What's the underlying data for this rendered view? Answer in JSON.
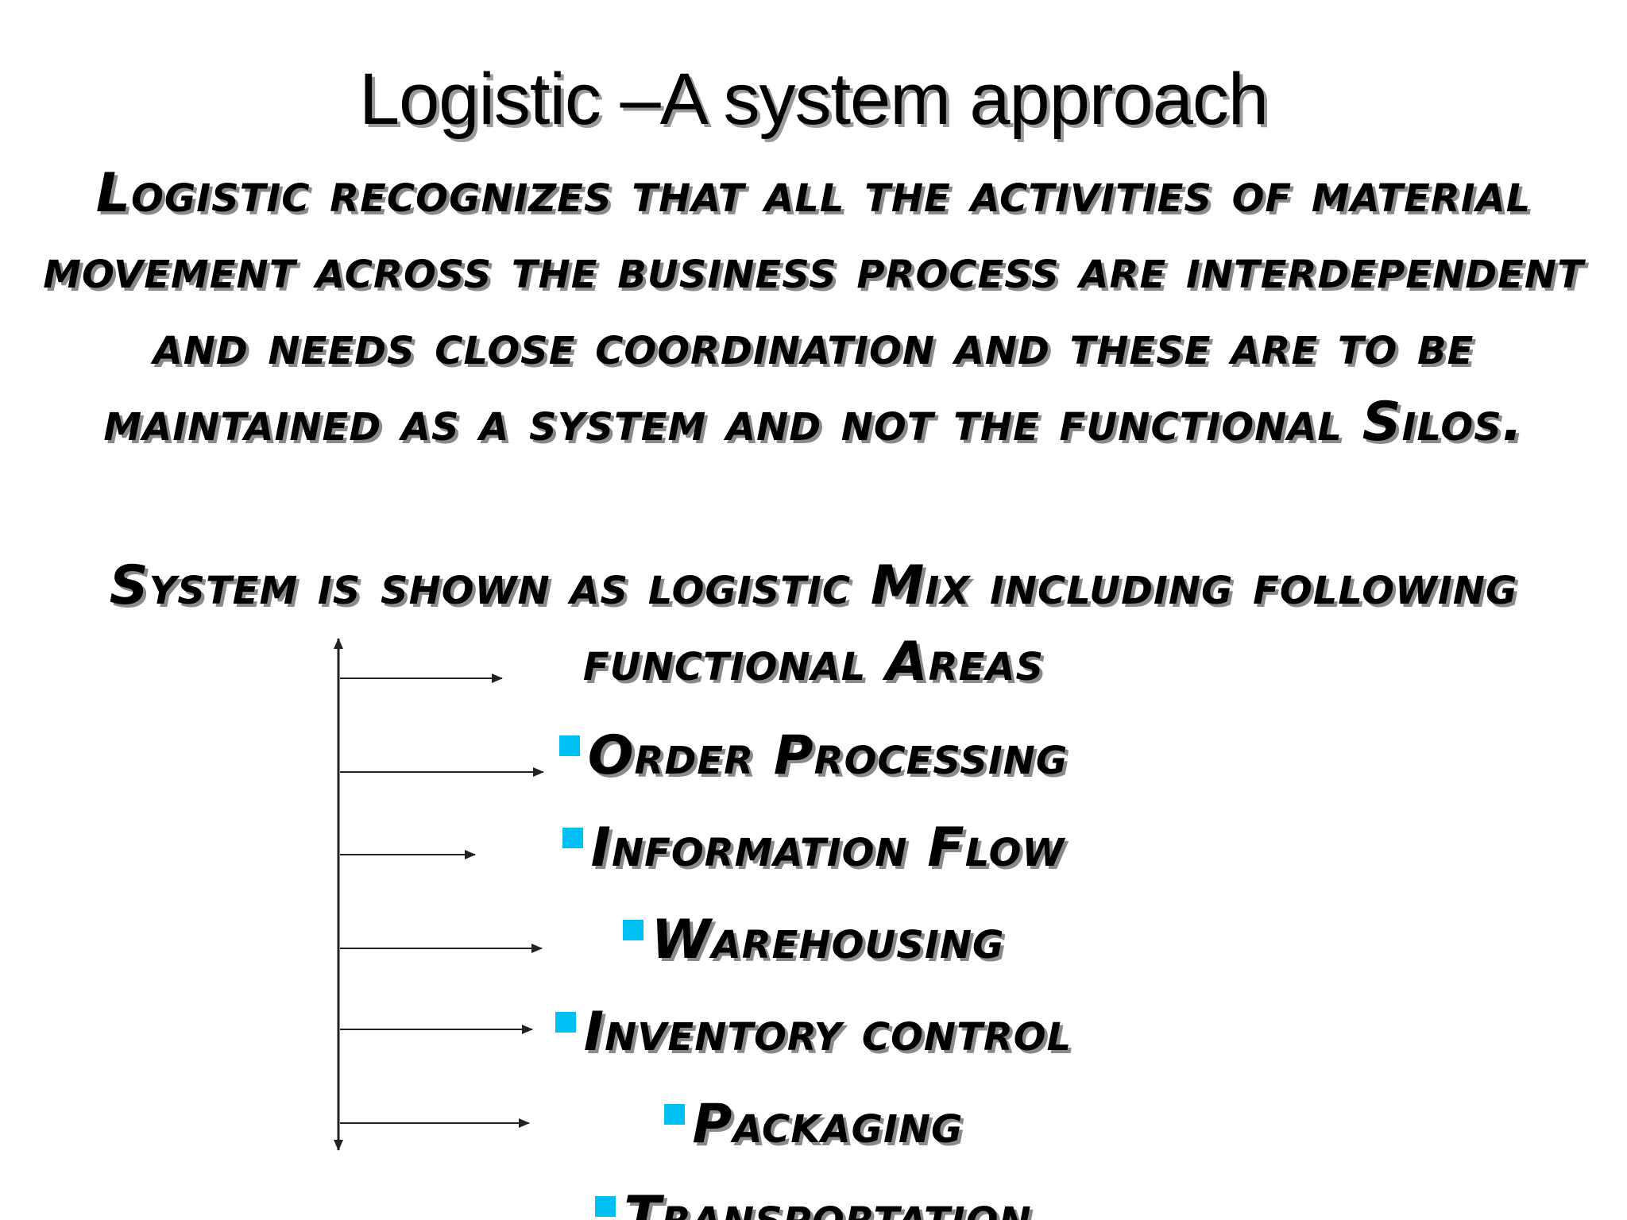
{
  "slide": {
    "title": "Logistic –A system approach",
    "paragraph_1": "Logistic recognizes that all the activities of material movement across the business process are interdependent and needs close coordination and these are to be maintained as a system and not the functional Silos.",
    "paragraph_2": "System is shown as logistic Mix including following functional Areas",
    "bullet_color": "#00bff3",
    "items": [
      {
        "label": "Order Processing"
      },
      {
        "label": "Information Flow"
      },
      {
        "label": "Warehousing"
      },
      {
        "label": "Inventory control"
      },
      {
        "label": "Packaging"
      },
      {
        "label": "Transportation"
      }
    ]
  }
}
